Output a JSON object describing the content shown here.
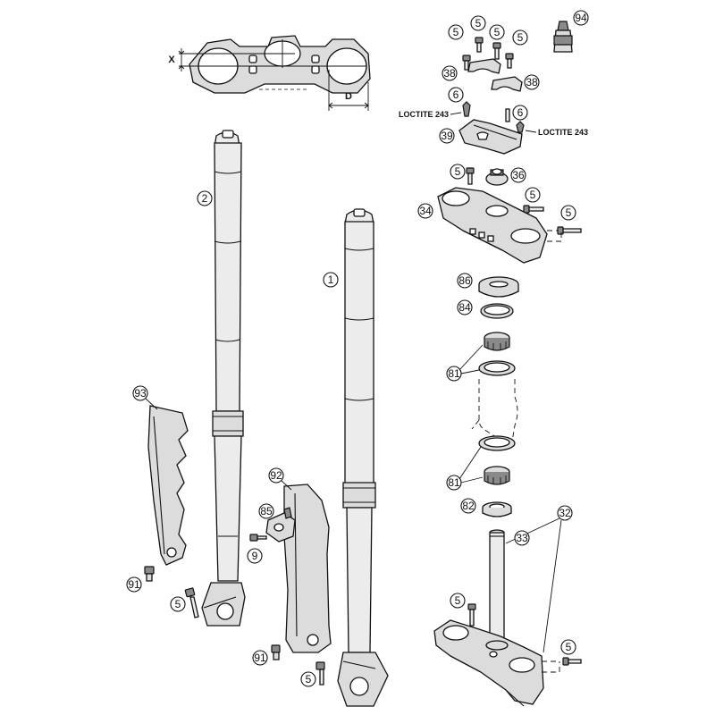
{
  "dimension_labels": {
    "offset": "X",
    "distance": "D"
  },
  "notes": {
    "thread_lock_left": "LOCTITE 243",
    "thread_lock_right": "LOCTITE 243"
  },
  "callouts": {
    "c94": "94",
    "c5_a": "5",
    "c5_b": "5",
    "c5_c": "5",
    "c5_d": "5",
    "c38_a": "38",
    "c38_b": "38",
    "c6_a": "6",
    "c6_b": "6",
    "c39": "39",
    "c5_e": "5",
    "c36": "36",
    "c5_f": "5",
    "c34": "34",
    "c5_g": "5",
    "c86": "86",
    "c84": "84",
    "c81_a": "81",
    "c81_b": "81",
    "c82": "82",
    "c32": "32",
    "c33": "33",
    "c5_h": "5",
    "c5_i": "5",
    "c2": "2",
    "c1": "1",
    "c93": "93",
    "c92": "92",
    "c85": "85",
    "c9": "9",
    "c91_a": "91",
    "c91_b": "91",
    "c5_j": "5",
    "c5_k": "5"
  }
}
